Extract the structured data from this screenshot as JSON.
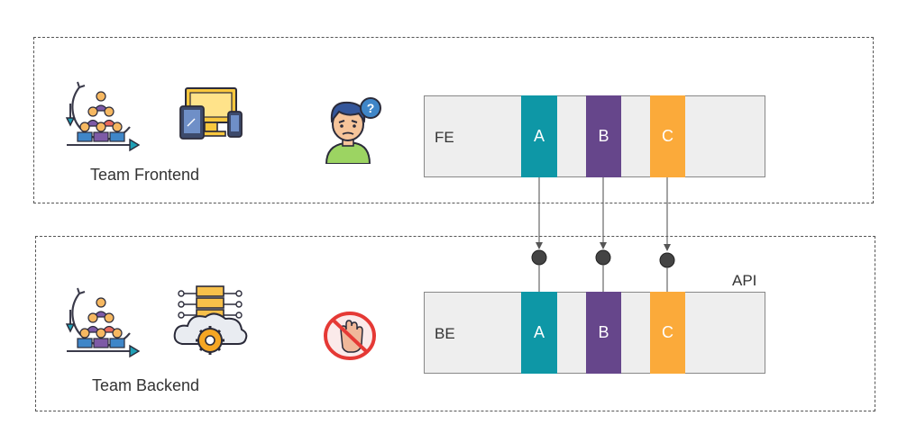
{
  "frontend": {
    "team_label": "Team Frontend",
    "layer_label": "FE",
    "segments": [
      {
        "label": "A",
        "color": "#0e97a6"
      },
      {
        "label": "B",
        "color": "#66468b"
      },
      {
        "label": "C",
        "color": "#fbaa3a"
      }
    ]
  },
  "backend": {
    "team_label": "Team Backend",
    "layer_label": "BE",
    "api_label": "API",
    "segments": [
      {
        "label": "A",
        "color": "#0e97a6"
      },
      {
        "label": "B",
        "color": "#66468b"
      },
      {
        "label": "C",
        "color": "#fbaa3a"
      }
    ]
  },
  "icons": {
    "agile_team": "agile-team-icon",
    "devices": "devices-icon",
    "confused_developer": "confused-developer-icon",
    "server_cloud": "server-cloud-icon",
    "stop_hand": "stop-hand-icon"
  }
}
